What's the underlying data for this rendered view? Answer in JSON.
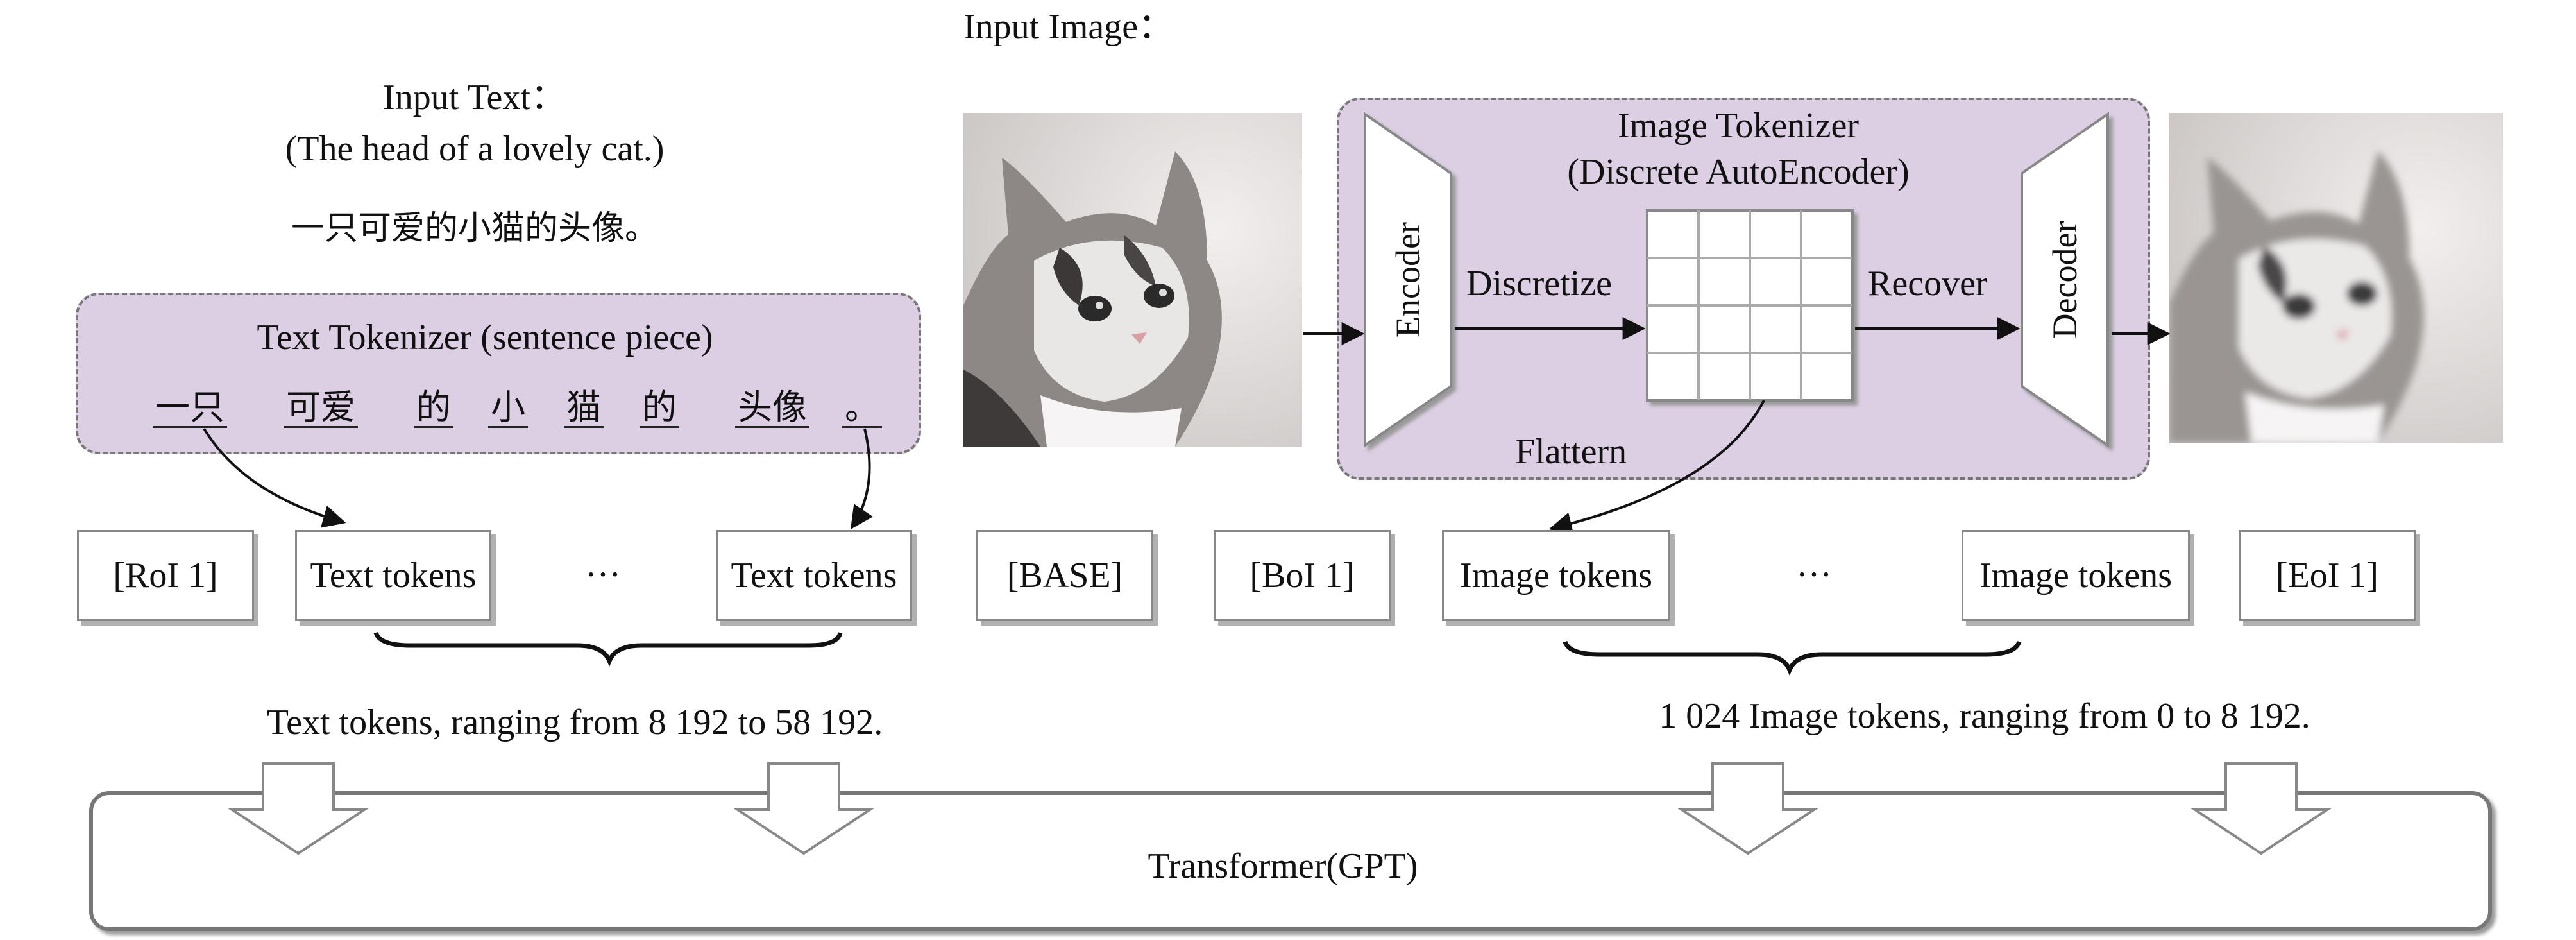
{
  "input_image_label": "Input Image：",
  "input_text": {
    "label": "Input Text：",
    "english": "(The head of a lovely cat.)",
    "chinese": "一只可爱的小猫的头像。"
  },
  "text_tokenizer": {
    "title": "Text Tokenizer (sentence piece)",
    "segments": [
      "一只",
      "可爱",
      "的",
      "小",
      "猫",
      "的",
      "头像",
      "。"
    ]
  },
  "image_tokenizer": {
    "title": "Image Tokenizer",
    "subtitle": "(Discrete AutoEncoder)",
    "encoder": "Encoder",
    "decoder": "Decoder",
    "discretize": "Discretize",
    "recover": "Recover",
    "flattern": "Flattern"
  },
  "tokens": [
    "[RoI 1]",
    "Text tokens",
    "···",
    "Text tokens",
    "[BASE]",
    "[BoI 1]",
    "Image tokens",
    "···",
    "Image tokens",
    "[EoI 1]"
  ],
  "text_token_range": "Text tokens, ranging from 8 192 to 58 192.",
  "image_token_range": "1 024 Image tokens, ranging from 0 to 8 192.",
  "transformer": "Transformer(GPT)",
  "colors": {
    "panel": "#dccfe3",
    "panel_border": "#777777",
    "line": "#111111"
  }
}
